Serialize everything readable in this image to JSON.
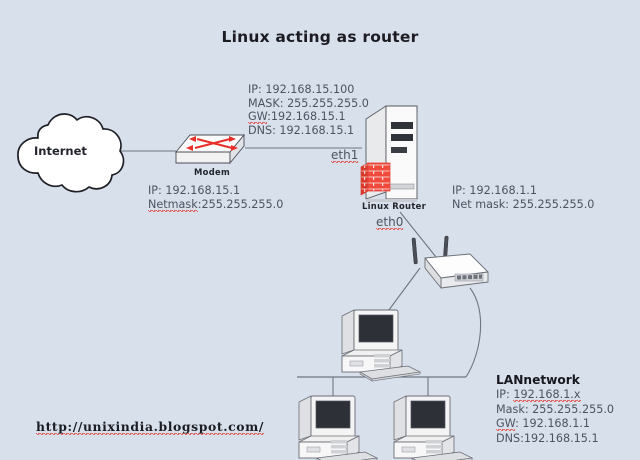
{
  "diagram": {
    "title": "Linux acting as router",
    "background_color": "#d8e0ec",
    "text_color": "#4d5361",
    "accent_color": "#e23b30"
  },
  "internet": {
    "label": "Internet"
  },
  "modem": {
    "label": "Modem",
    "ip_line": "IP: 192.168.15.1",
    "netmask_key": "Netmask",
    "netmask_value": ":255.255.255.0"
  },
  "wan_info": {
    "ip": "IP: 192.168.15.100",
    "mask": "MASK: 255.255.255.0",
    "gw_key": "GW",
    "gw_value": ":192.168.15.1",
    "dns": "DNS: 192.168.15.1"
  },
  "router": {
    "label": "Linux Router",
    "eth1": "eth1",
    "eth0": "eth0",
    "firewall_icon": "brick-wall-firewall-icon"
  },
  "lan_info": {
    "ip": "IP: 192.168.1.1",
    "netmask": "Net mask: 255.255.255.0"
  },
  "lan_network": {
    "title": "LANnetwork",
    "ip_key": "IP: ",
    "ip_value": "192.168.1.x",
    "mask": "Mask: 255.255.255.0",
    "gw_key": "GW",
    "gw_value": ": 192.168.1.1",
    "dns": "DNS:192.168.15.1"
  },
  "footer": {
    "blog_url": "http://unixindia.blogspot.com/"
  },
  "nodes": {
    "access_point": "wireless-access-point",
    "workstation_top": "desktop-computer",
    "workstation_left": "desktop-computer",
    "workstation_right": "desktop-computer"
  }
}
